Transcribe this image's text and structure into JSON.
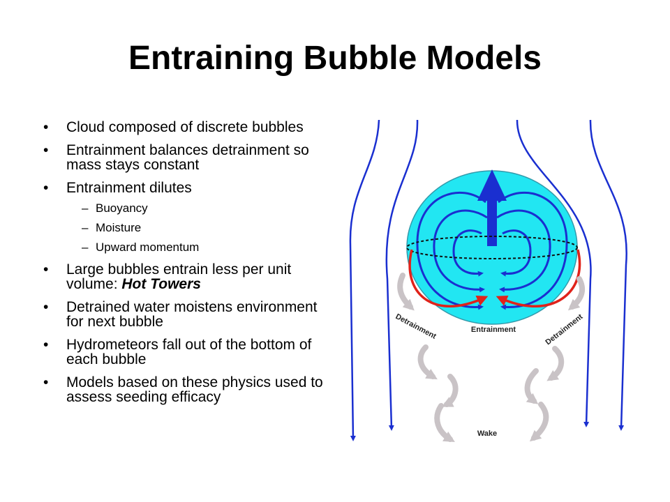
{
  "slide": {
    "title": "Entraining Bubble Models"
  },
  "bullets": [
    {
      "text": "Cloud composed of discrete bubbles"
    },
    {
      "text": "Entrainment balances detrainment so mass stays constant"
    },
    {
      "text": "Entrainment dilutes",
      "sub": [
        "Buoyancy",
        "Moisture",
        "Upward momentum"
      ]
    },
    {
      "text": "Large bubbles entrain less per unit volume: ",
      "emphasis": "Hot Towers"
    },
    {
      "text": "Detrained water moistens environment for next bubble"
    },
    {
      "text": "Hydrometeors fall out of the bottom of each bubble"
    },
    {
      "text": "Models based on these physics used to assess seeding efficacy"
    }
  ],
  "diagram": {
    "labels": {
      "entrainment": "Entrainment",
      "detrainment_left": "Detrainment",
      "detrainment_right": "Detrainment",
      "wake": "Wake"
    },
    "colors": {
      "bubble_fill": "#22E6F2",
      "bubble_stroke": "#3399AA",
      "flow_blue": "#1A2FD0",
      "entrain_red": "#E0221A",
      "wake_gray": "#C9C3C6"
    }
  }
}
